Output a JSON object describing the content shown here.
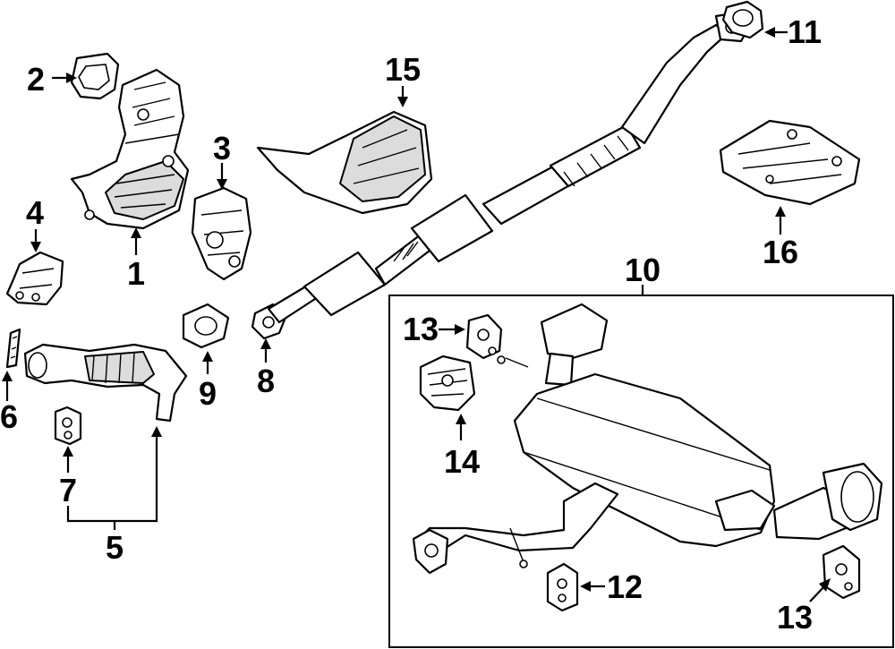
{
  "callouts": {
    "c1": "1",
    "c2": "2",
    "c3": "3",
    "c4": "4",
    "c5": "5",
    "c6": "6",
    "c7": "7",
    "c8": "8",
    "c9": "9",
    "c10": "10",
    "c11": "11",
    "c12": "12",
    "c13a": "13",
    "c13b": "13",
    "c14": "14",
    "c15": "15",
    "c16": "16"
  }
}
